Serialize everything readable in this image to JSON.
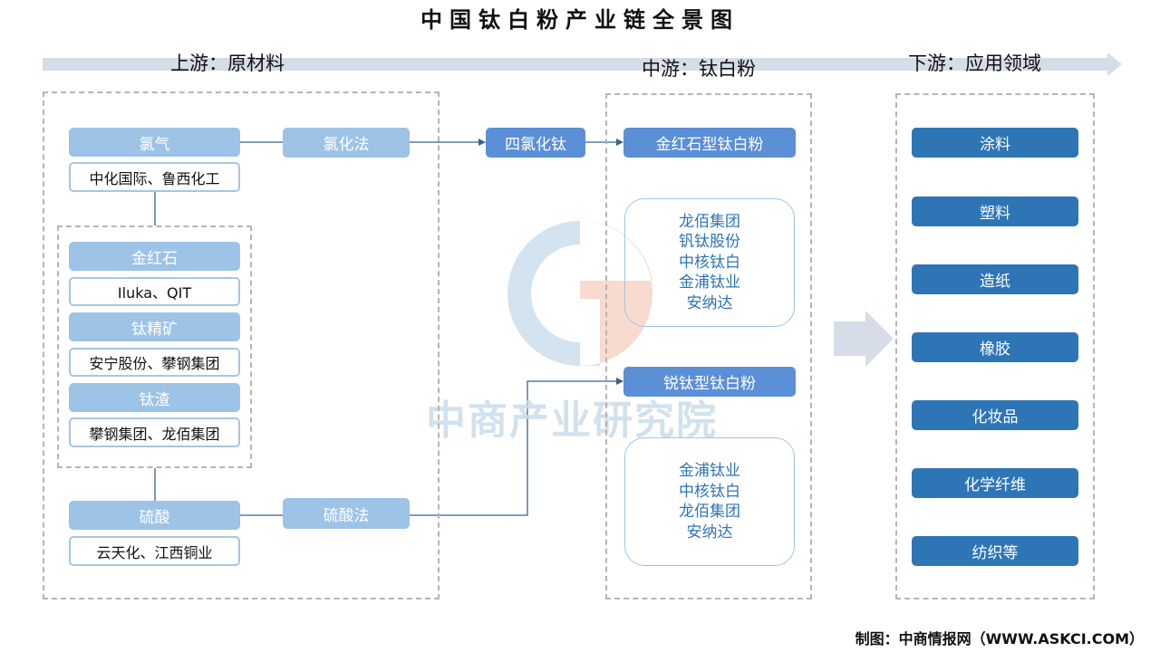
{
  "title": "中国钛白粉产业链全景图",
  "headers": {
    "upstream": "上游：原材料",
    "midstream": "中游：钛白粉",
    "downstream": "下游：应用领域"
  },
  "upstream": {
    "chlorine": {
      "label": "氯气",
      "companies": "中化国际、鲁西化工"
    },
    "rutile": {
      "label": "金红石",
      "companies": "Iluka、QIT"
    },
    "ilmenite": {
      "label": "钛精矿",
      "companies": "安宁股份、攀钢集团"
    },
    "slag": {
      "label": "钛渣",
      "companies": "攀钢集团、龙佰集团"
    },
    "sulfuric": {
      "label": "硫酸",
      "companies": "云天化、江西铜业"
    },
    "chloride_process": "氯化法",
    "sulfate_process": "硫酸法",
    "ticl4": "四氯化钛"
  },
  "midstream": {
    "rutile_type": {
      "label": "金红石型钛白粉",
      "companies": [
        "龙佰集团",
        "钒钛股份",
        "中核钛白",
        "金浦钛业",
        "安纳达"
      ]
    },
    "anatase_type": {
      "label": "锐钛型钛白粉",
      "companies": [
        "金浦钛业",
        "中核钛白",
        "龙佰集团",
        "安纳达"
      ]
    }
  },
  "downstream": [
    "涂料",
    "塑料",
    "造纸",
    "橡胶",
    "化妆品",
    "化学纤维",
    "纺织等"
  ],
  "watermark": "中商产业研究院",
  "footer": "制图：中商情报网（WWW.ASKCI.COM）"
}
